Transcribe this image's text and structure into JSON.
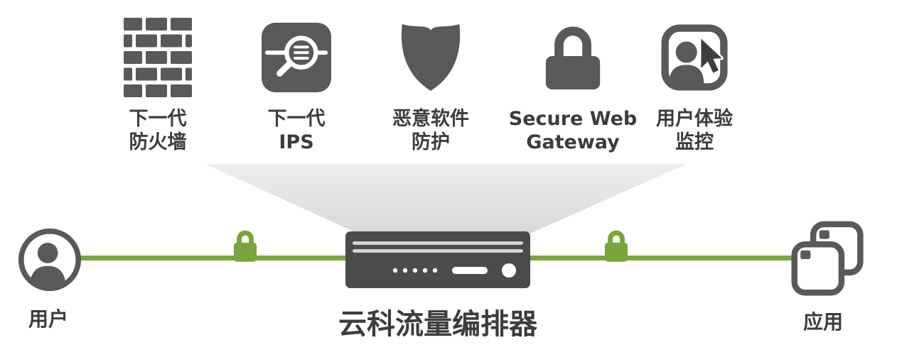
{
  "diagram": {
    "services": [
      {
        "icon": "firewall-brick-wall-icon",
        "line1": "下一代",
        "line2": "防火墙"
      },
      {
        "icon": "ips-magnifier-icon",
        "line1": "下一代",
        "line2": "IPS"
      },
      {
        "icon": "malware-shield-icon",
        "line1": "恶意软件",
        "line2": "防护"
      },
      {
        "icon": "secure-web-gateway-lock-icon",
        "line1": "Secure Web",
        "line2": "Gateway"
      },
      {
        "icon": "user-experience-monitor-icon",
        "line1": "用户体验",
        "line2": "监控"
      }
    ],
    "flow": {
      "user_label": "用户",
      "app_label": "应用",
      "device_label": "云科流量编排器",
      "lock_icon": "green-padlock-icon"
    },
    "colors": {
      "icon_gray": "#58595b",
      "device_gray": "#4a4b4d",
      "line_green": "#7aa53d",
      "funnel_gray": "#d6d6d6",
      "text_dark": "#3b3c3e"
    }
  }
}
